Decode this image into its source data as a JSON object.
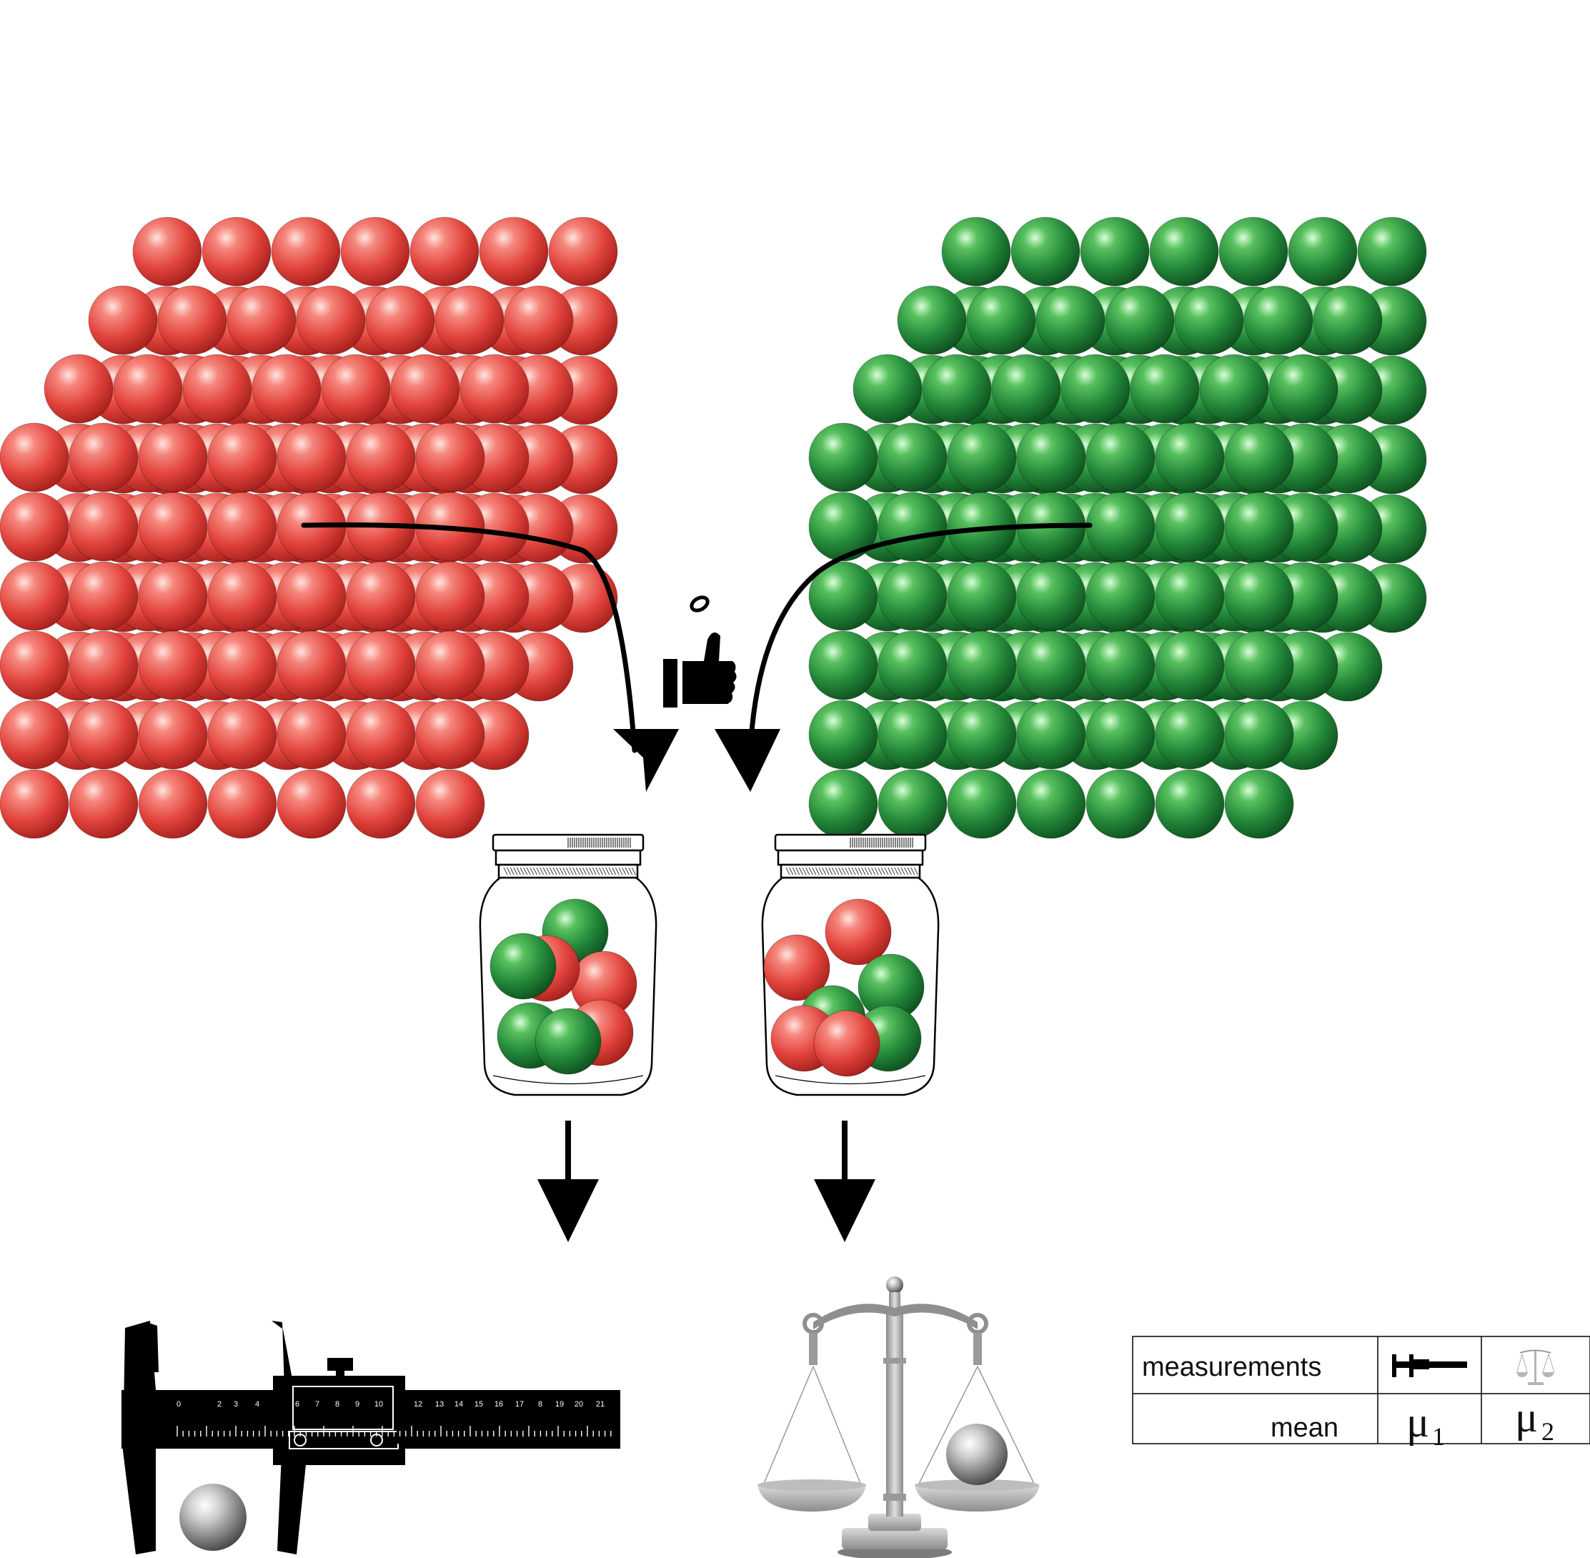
{
  "colors": {
    "red_ball": "#e8504a",
    "green_ball": "#2e9a3a",
    "arrow": "#000000",
    "metal": "#a8a8a8"
  },
  "icons": [
    "thumbs-up-coin-flip-icon",
    "jar-icon",
    "caliper-icon",
    "balance-scale-icon",
    "steel-ball-icon"
  ],
  "jars": {
    "left_jar": {
      "green_balls": 4,
      "red_balls": 3
    },
    "right_jar": {
      "green_balls": 3,
      "red_balls": 4
    }
  },
  "caliper": {
    "scale_numbers": [
      "0",
      "2",
      "3",
      "4",
      "6",
      "7",
      "8",
      "9",
      "10",
      "12",
      "13",
      "14",
      "15",
      "16",
      "17",
      "8",
      "19",
      "20",
      "21"
    ]
  },
  "table": {
    "row1_label": "measurements",
    "row2_label": "mean",
    "mu1_symbol": "μ",
    "mu1_sub": "1",
    "mu2_symbol": "μ",
    "mu2_sub": "2"
  }
}
